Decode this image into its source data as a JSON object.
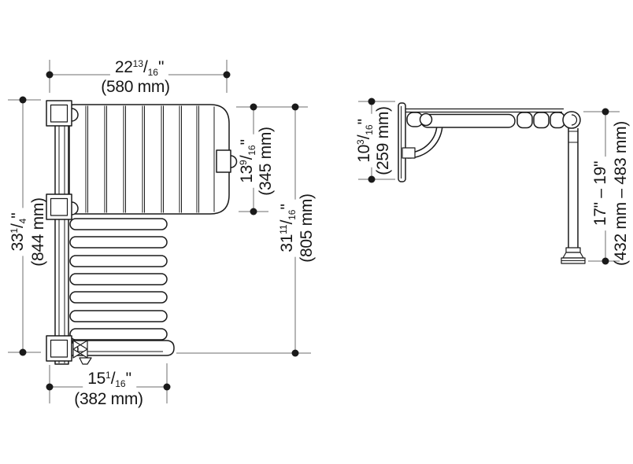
{
  "drawing": {
    "glyphs": {
      "slash": "/",
      "inch_mark": "\""
    },
    "front_view": {
      "dims": {
        "top_width": {
          "whole": "22",
          "num": "13",
          "den": "16",
          "mm": "(580 mm)"
        },
        "rail_height": {
          "whole": "33",
          "num": "1",
          "den": "4",
          "mm": "(844 mm)"
        },
        "backrest_height": {
          "whole": "13",
          "num": "9",
          "den": "16",
          "mm": "(345 mm)"
        },
        "overall_height": {
          "whole": "31",
          "num": "11",
          "den": "16",
          "mm": "(805 mm)"
        },
        "seat_depth": {
          "whole": "15",
          "num": "1",
          "den": "16",
          "mm": "(382 mm)"
        }
      }
    },
    "side_view": {
      "dims": {
        "wall_plate_height": {
          "whole": "10",
          "num": "3",
          "den": "16",
          "mm": "(259 mm)"
        },
        "leg_adjust_range": {
          "range": "17\" – 19\"",
          "mm": "(432 mm – 483 mm)"
        }
      }
    },
    "colors": {
      "outline": "#1a1a1a",
      "dimension_line": "#6e6e6e",
      "background": "#ffffff"
    }
  }
}
